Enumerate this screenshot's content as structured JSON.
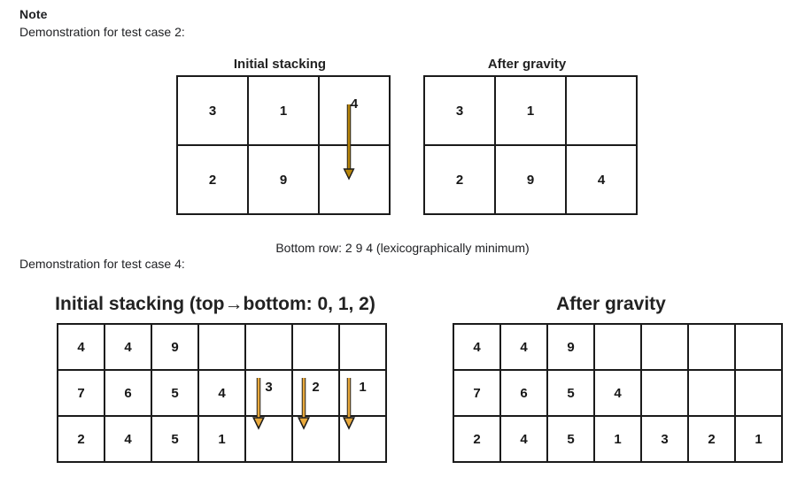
{
  "note": {
    "heading": "Note",
    "line_1": "Demonstration for test case 2:",
    "line_2": "Demonstration for test case 4:"
  },
  "colors": {
    "arrow_top": "#b8860b",
    "arrow_bottom": "#e9a93c",
    "arrow_outline": "#1b1b1b",
    "grid_line": "#1b1b1b",
    "text": "#202124"
  },
  "figure_1": {
    "caption": "Bottom row: 2 9 4 (lexicographically minimum)",
    "left": {
      "title": "Initial stacking",
      "rows": [
        [
          "3",
          "1",
          "4"
        ],
        [
          "2",
          "9",
          ""
        ]
      ],
      "arrows": [
        {
          "row": 0,
          "col": 2,
          "label": "falls-to-bottom"
        }
      ]
    },
    "right": {
      "title": "After gravity",
      "rows": [
        [
          "3",
          "1",
          ""
        ],
        [
          "2",
          "9",
          "4"
        ]
      ],
      "arrows": []
    }
  },
  "figure_2": {
    "left": {
      "title": "Initial stacking (top→bottom: 0, 1, 2)",
      "rows": [
        [
          "4",
          "4",
          "9",
          "",
          "",
          "",
          ""
        ],
        [
          "7",
          "6",
          "5",
          "4",
          "3",
          "2",
          "1"
        ],
        [
          "2",
          "4",
          "5",
          "1",
          "",
          "",
          ""
        ]
      ],
      "arrows": [
        {
          "row": 1,
          "col": 4,
          "label": "falls-to-bottom"
        },
        {
          "row": 1,
          "col": 5,
          "label": "falls-to-bottom"
        },
        {
          "row": 1,
          "col": 6,
          "label": "falls-to-bottom"
        }
      ]
    },
    "right": {
      "title": "After gravity",
      "rows": [
        [
          "4",
          "4",
          "9",
          "",
          "",
          "",
          ""
        ],
        [
          "7",
          "6",
          "5",
          "4",
          "",
          "",
          ""
        ],
        [
          "2",
          "4",
          "5",
          "1",
          "3",
          "2",
          "1"
        ]
      ],
      "arrows": []
    }
  }
}
